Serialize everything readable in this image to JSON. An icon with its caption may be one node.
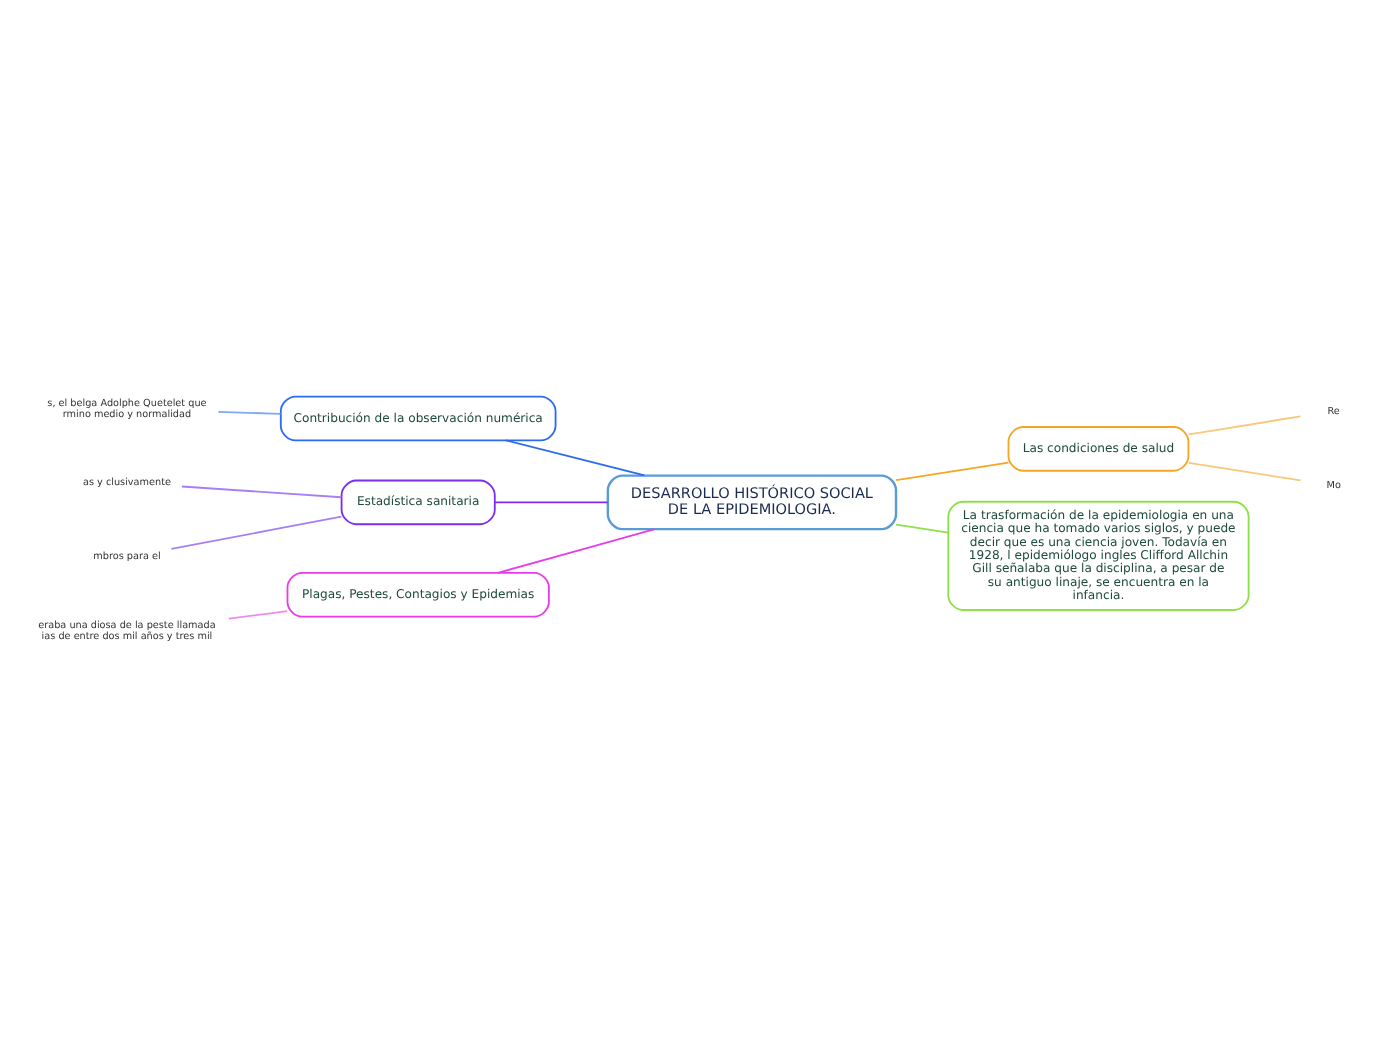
{
  "diagram": {
    "nodes": [
      {
        "text": [
          "DESARROLLO HISTÓRICO SOCIAL DE LA EPIDEMIOLOGIA."
        ]
      },
      {
        "text": [
          "Contribución de la observación numérica"
        ]
      },
      {
        "text": [
          "s, el belga Adolphe Quetelet que rmino medio y normalidad"
        ]
      },
      {
        "text": [
          "Estadística sanitaria"
        ]
      },
      {
        "text": [
          "as y clusivamente"
        ]
      },
      {
        "text": [
          "mbros para el"
        ]
      },
      {
        "text": [
          "Plagas, Pestes, Contagios y Epidemias"
        ]
      },
      {
        "text": [
          "eraba una diosa de la peste llamada ias de entre dos mil años y tres mil"
        ]
      },
      {
        "text": [
          "Las condiciones de salud"
        ]
      },
      {
        "text": [
          "Re"
        ]
      },
      {
        "text": [
          "Mo"
        ]
      },
      {
        "text": [
          "La trasformación de la epidemiologia en una ciencia que ha tomado varios siglos, y puede decir que es una ciencia joven. Todavía en 1928, l epidemiólogo ingles Clifford Allchin Gill señalaba que la disciplina, a pesar de su antiguo linaje, se encuentra en la infancia."
        ]
      }
    ],
    "edges": [
      {
        "from": 0,
        "to": 1,
        "arrow": "none",
        "color": "#2a6bf2"
      },
      {
        "from": 1,
        "to": 2,
        "arrow": "none",
        "color": "#7fa8f5"
      },
      {
        "from": 0,
        "to": 3,
        "arrow": "none",
        "color": "#7a2ff0"
      },
      {
        "from": 3,
        "to": 4,
        "arrow": "none",
        "color": "#a77ff5"
      },
      {
        "from": 3,
        "to": 5,
        "arrow": "none",
        "color": "#a77ff5"
      },
      {
        "from": 0,
        "to": 6,
        "arrow": "none",
        "color": "#e83ce8"
      },
      {
        "from": 6,
        "to": 7,
        "arrow": "none",
        "color": "#f08af0"
      },
      {
        "from": 0,
        "to": 8,
        "arrow": "none",
        "color": "#f5a623"
      },
      {
        "from": 8,
        "to": 9,
        "arrow": "none",
        "color": "#f8c87a"
      },
      {
        "from": 8,
        "to": 10,
        "arrow": "none",
        "color": "#f8c87a"
      },
      {
        "from": 0,
        "to": 11,
        "arrow": "none",
        "color": "#8fe04a"
      }
    ]
  }
}
